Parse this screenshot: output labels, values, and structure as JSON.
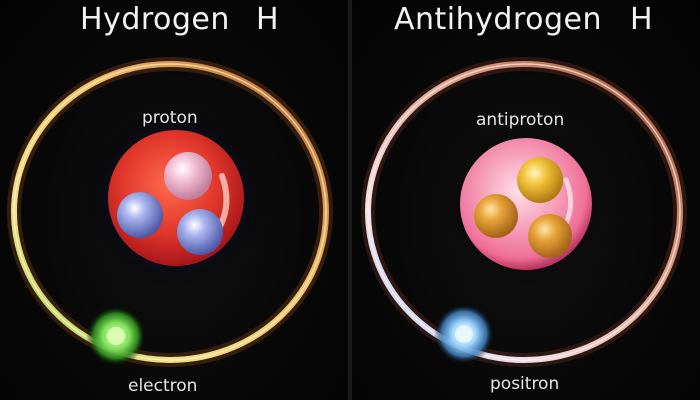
{
  "hydrogen": {
    "title": "Hydrogen",
    "symbol": "H",
    "nucleus_label": "proton",
    "particle_label": "electron",
    "colors": {
      "nucleus": "#e0362b",
      "orbit": "#d8a24a",
      "particle": "#7fe05a"
    }
  },
  "antihydrogen": {
    "title": "Antihydrogen",
    "symbol": "H",
    "nucleus_label": "antiproton",
    "particle_label": "positron",
    "colors": {
      "nucleus": "#ef6e98",
      "orbit": "#c98a7a",
      "particle": "#9fd6ff"
    }
  }
}
